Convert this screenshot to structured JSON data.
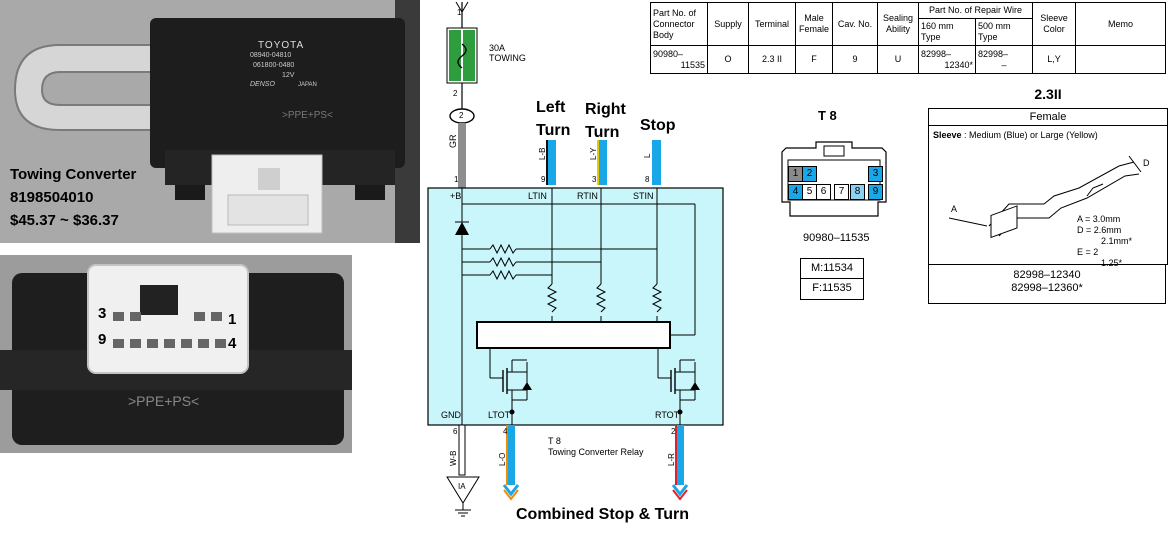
{
  "photo1": {
    "label_name": "Towing Converter",
    "label_part": "8198504010",
    "label_price": "$45.37 ~ $36.37",
    "device_brand": "TOYOTA",
    "device_number": "08940-04810",
    "device_sub": "061800-0480",
    "device_voltage": "12V",
    "device_maker": "DENSO",
    "device_country": "JAPAN",
    "device_material": ">PPE+PS<"
  },
  "photo2": {
    "pin_top_left": "3",
    "pin_top_right": "1",
    "pin_bottom_left": "9",
    "pin_bottom_right": "4",
    "device_material": ">PPE+PS<"
  },
  "schematic": {
    "pin_top": "1",
    "fuse_rating": "30A",
    "fuse_name": "TOWING",
    "junction_pin": "2",
    "junction_pin_circle": "2",
    "wire_gr": "GR",
    "inputs": [
      {
        "title_line1": "Left",
        "title_line2": "Turn",
        "wire": "L-B",
        "pin": "9",
        "terminal": "LTIN",
        "color": "#1aa7e8"
      },
      {
        "title_line1": "Right",
        "title_line2": "Turn",
        "wire": "L-Y",
        "pin": "3",
        "terminal": "RTIN",
        "color": "#1aa7e8"
      },
      {
        "title_line1": "Stop",
        "title_line2": "",
        "wire": "L",
        "pin": "8",
        "terminal": "STIN",
        "color": "#1aa7e8"
      }
    ],
    "supply_pin": "1",
    "supply_terminal": "+B",
    "gnd_terminal": "GND",
    "gnd_pin": "6",
    "gnd_wire": "W-B",
    "ground_label": "IA",
    "lt_out_terminal": "LTOT",
    "lt_out_pin": "4",
    "lt_out_wire": "L-O",
    "rt_out_terminal": "RTOT",
    "rt_out_pin": "2",
    "rt_out_wire": "L-R",
    "relay_ref": "T 8",
    "relay_name": "Towing Converter Relay",
    "bottom_caption": "Combined Stop & Turn"
  },
  "parts_table": {
    "headers": {
      "connector": "Part No. of Connector Body",
      "supply": "Supply",
      "terminal": "Terminal",
      "male_female": "Male Female",
      "cav": "Cav. No.",
      "sealing": "Sealing Ability",
      "repair_wire": "Part No. of Repair Wire",
      "type160": "160 mm Type",
      "type500": "500 mm Type",
      "sleeve": "Sleeve Color",
      "memo": "Memo"
    },
    "row": {
      "connector_line1": "90980–",
      "connector_line2": "11535",
      "supply": "O",
      "terminal": "2.3 II",
      "male_female": "F",
      "cav": "9",
      "sealing": "U",
      "type160_line1": "82998–",
      "type160_line2": "12340*",
      "type500_line1": "82998–",
      "type500_line2": "–",
      "sleeve": "L,Y",
      "memo": ""
    }
  },
  "connector": {
    "title": "T 8",
    "cells": [
      "1",
      "2",
      "3",
      "4",
      "5",
      "6",
      "7",
      "8",
      "9"
    ],
    "part_label": "90980–11535",
    "male": "M:11534",
    "female": "F:11535"
  },
  "terminal_spec": {
    "title": "2.3II",
    "gender": "Female",
    "sleeve_label": "Sleeve",
    "sleeve_text": " : Medium (Blue) or Large (Yellow)",
    "dim_a": "A = 3.0mm",
    "dim_d1": "D = 2.6mm",
    "dim_d2": "2.1mm*",
    "dim_e1": "E = 2",
    "dim_e2": "1.25*",
    "label_a": "A",
    "label_d": "D",
    "part1": "82998–12340",
    "part2": "82998–12360*"
  }
}
